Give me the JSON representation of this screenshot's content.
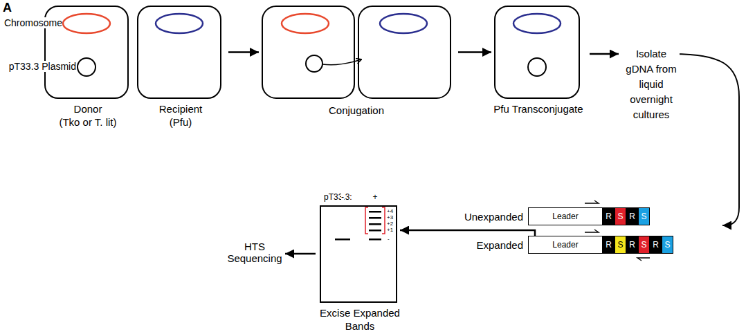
{
  "diagram": {
    "nodes": [
      {
        "text": [
          "Donor",
          "(Tko or T. lit)"
        ]
      },
      {
        "text": [
          "Recipient",
          "(Pfu)"
        ]
      },
      {
        "text": [
          "Conjugation"
        ]
      },
      {
        "text": [
          "Pfu Transconjugate"
        ]
      },
      {
        "text": [
          "Unexpanded"
        ]
      },
      {
        "text": [
          "Leader"
        ],
        "in": 4
      },
      {
        "text": [
          "R"
        ],
        "in": 4
      },
      {
        "text": [
          "S"
        ],
        "in": 4
      },
      {
        "text": [
          "R"
        ],
        "in": 4
      },
      {
        "text": [
          "S"
        ],
        "in": 4
      },
      {
        "text": [
          "Expanded"
        ]
      },
      {
        "text": [
          "Leader"
        ],
        "in": 10
      },
      {
        "text": [
          "R"
        ],
        "in": 10
      },
      {
        "text": [
          "S"
        ],
        "in": 10
      },
      {
        "text": [
          "R"
        ],
        "in": 10
      },
      {
        "text": [
          "S"
        ],
        "in": 10
      },
      {
        "text": [
          "R"
        ],
        "in": 10
      },
      {
        "text": [
          "S"
        ],
        "in": 10
      },
      {
        "text": [
          "Excise Expanded Bands"
        ]
      }
    ],
    "edges": [
      {
        "from": 1,
        "to": 2,
        "arrow": "to"
      },
      {
        "from": 2,
        "to": 3,
        "arrow": "to"
      },
      {
        "from": 10,
        "to": 18,
        "arrow": "to"
      }
    ],
    "labels": [
      "A",
      "Chromosome",
      "pT33.3 Plasmid",
      "Isolate gDNA from liquid overnight cultures",
      "pT33.3:",
      "-",
      "+",
      "+4",
      "+3",
      "+2",
      "+1",
      "-",
      "HTS Sequencing"
    ]
  }
}
